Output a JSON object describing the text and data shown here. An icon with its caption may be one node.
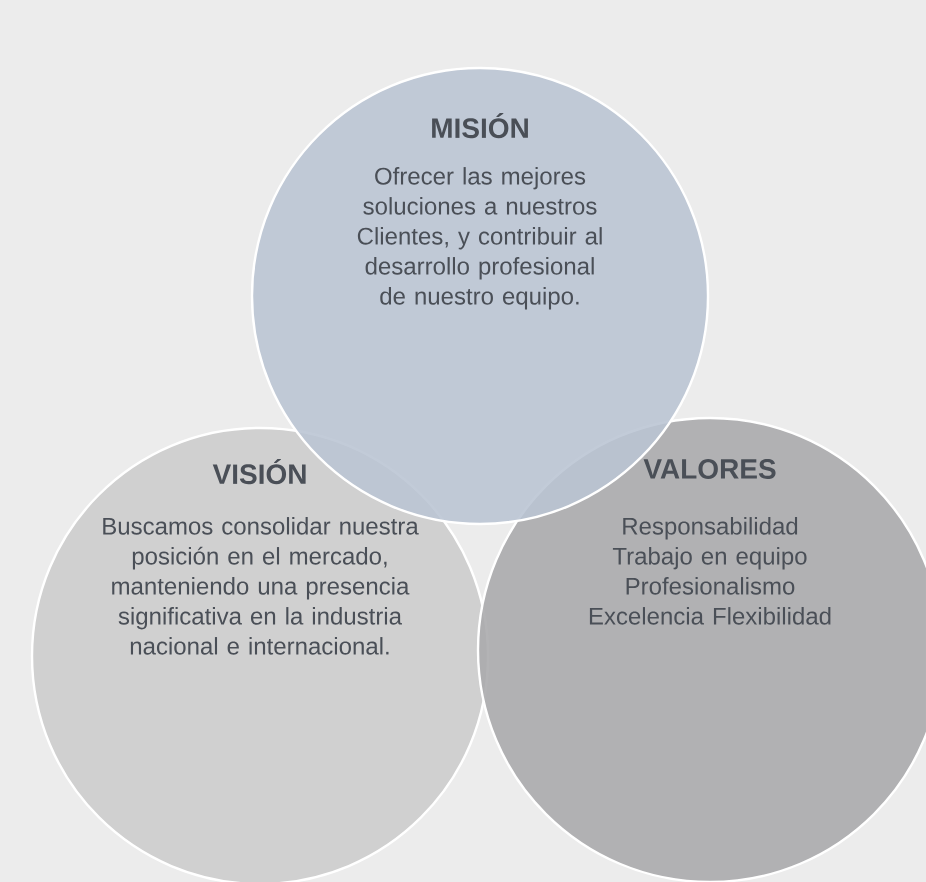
{
  "diagram": {
    "nodes": [
      {
        "text": [
          "MISIÓN",
          "Ofrecer las mejores soluciones a nuestros Clientes, y contribuir al desarrollo profesional de nuestro equipo."
        ]
      },
      {
        "text": [
          "VISIÓN",
          "Buscamos consolidar nuestra posición en el mercado, manteniendo una presencia significativa en la industria nacional e internacional."
        ]
      },
      {
        "text": [
          "VALORES",
          "Responsabilidad Trabajo en equipo Profesionalismo Excelencia Flexibilidad"
        ]
      }
    ],
    "edges": []
  }
}
